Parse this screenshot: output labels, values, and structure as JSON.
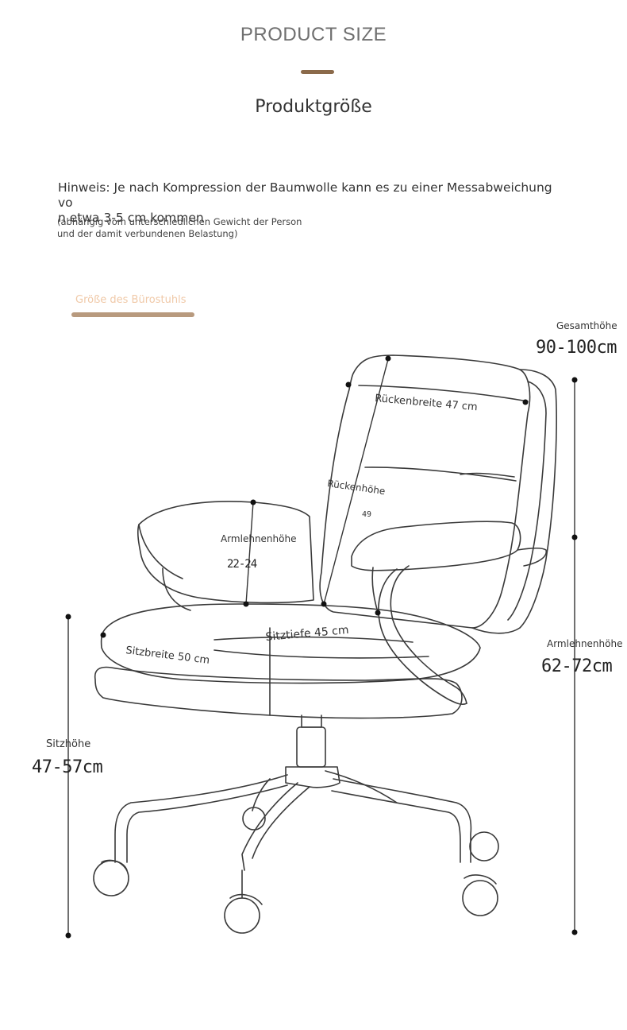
{
  "header": {
    "title": "PRODUCT SIZE",
    "subtitle": "Produktgröße",
    "accent_color": "#8b6a4a"
  },
  "notes": {
    "main_line1": "Hinweis: Je nach Kompression der Baumwolle kann es zu einer Messabweichung vo",
    "main_line2": "n etwa 3-5 cm kommen",
    "sub_line1": "(abhängig vom unterschiedlichen Gewicht der Person",
    "sub_line2": "und der damit verbundenen Belastung)"
  },
  "section": {
    "label": "Größe des Bürostuhls",
    "underline_color": "#b89a7e"
  },
  "dimensions": {
    "total_height": {
      "label": "Gesamthöhe",
      "value": "90-100cm"
    },
    "back_width": {
      "label": "Rückenbreite 47 cm"
    },
    "back_height": {
      "label": "Rückenhöhe",
      "value": "49"
    },
    "armrest_height_left": {
      "label": "Armlehnenhöhe",
      "value": "22-24"
    },
    "armrest_height_right": {
      "label": "Armlehnenhöhe",
      "value": "62-72cm"
    },
    "seat_depth": {
      "label": "Sitztiefe 45 cm"
    },
    "seat_width": {
      "label": "Sitzbreite 50 cm"
    },
    "seat_height": {
      "label": "Sitzhöhe",
      "value": "47-57cm"
    }
  }
}
